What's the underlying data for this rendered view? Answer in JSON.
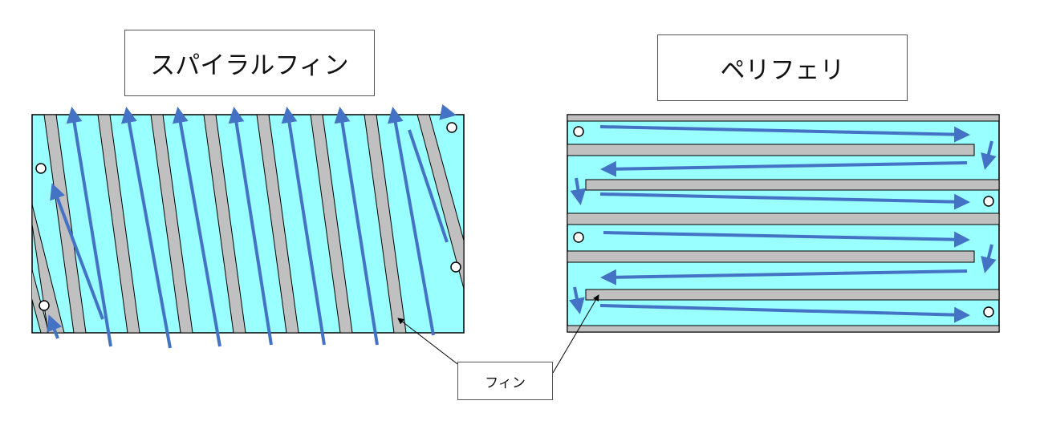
{
  "left_title": "スパイラルフィン",
  "right_title": "ペリフェリ",
  "fin_label": "フィン",
  "colors": {
    "water": "#99ffff",
    "fin": "#c0c0c0",
    "arrow": "#4472c4",
    "outline": "#000000"
  }
}
